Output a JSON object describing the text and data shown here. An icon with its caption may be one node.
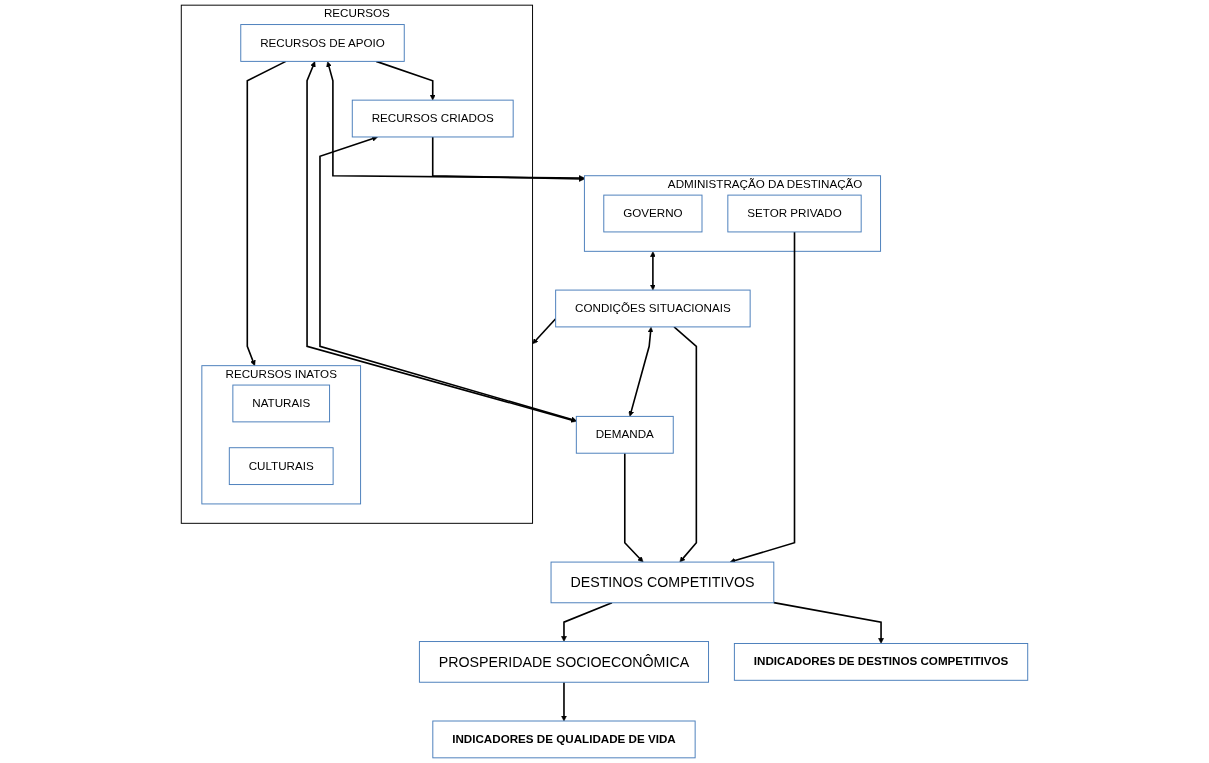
{
  "diagram": {
    "nodes": [
      {
        "text": [
          "ADMINISTRAÇÃO DA DESTINAÇÃO"
        ]
      },
      {
        "text": [
          "GOVERNO"
        ],
        "in": 0
      },
      {
        "text": [
          "SETOR PRIVADO"
        ],
        "in": 0
      },
      {
        "text": [
          "RECURSOS"
        ]
      },
      {
        "text": [
          "RECURSOS INATOS"
        ],
        "in": 3
      },
      {
        "text": [
          "NATURAIS"
        ],
        "in": 4
      },
      {
        "text": [
          "CULTURAIS"
        ],
        "in": 4
      },
      {
        "text": [
          "RECURSOS CRIADOS"
        ],
        "in": 3
      },
      {
        "text": [
          "RECURSOS DE APOIO"
        ],
        "in": 3
      },
      {
        "text": [
          "CONDIÇÕES SITUACIONAIS"
        ]
      },
      {
        "text": [
          "DEMANDA"
        ]
      },
      {
        "text": [
          "DESTINOS COMPETITIVOS"
        ]
      },
      {
        "text": [
          "PROSPERIDADE SOCIOECONÔMICA"
        ]
      },
      {
        "text": [
          "INDICADORES DE DESTINOS COMPETITIVOS"
        ]
      },
      {
        "text": [
          "INDICADORES DE QUALIDADE DE VIDA"
        ]
      }
    ],
    "edges": [
      {
        "from": 7,
        "to": 0,
        "arrow": "to"
      },
      {
        "from": 8,
        "to": 0,
        "arrow": "both"
      },
      {
        "from": 2,
        "to": 11,
        "arrow": "to"
      },
      {
        "from": 0,
        "to": 9,
        "arrow": "both"
      },
      {
        "from": 9,
        "to": 3,
        "arrow": "to"
      },
      {
        "from": 9,
        "to": 11,
        "arrow": "to"
      },
      {
        "from": 9,
        "to": 10,
        "arrow": "both"
      },
      {
        "from": 7,
        "to": 10,
        "arrow": "both"
      },
      {
        "from": 8,
        "to": 10,
        "arrow": "both"
      },
      {
        "from": 10,
        "to": 11,
        "arrow": "to"
      },
      {
        "from": 8,
        "to": 7,
        "arrow": "to"
      },
      {
        "from": 8,
        "to": 4,
        "arrow": "to"
      },
      {
        "from": 11,
        "to": 12,
        "arrow": "to"
      },
      {
        "from": 11,
        "to": 13,
        "arrow": "to"
      },
      {
        "from": 12,
        "to": 14,
        "arrow": "to"
      }
    ]
  }
}
